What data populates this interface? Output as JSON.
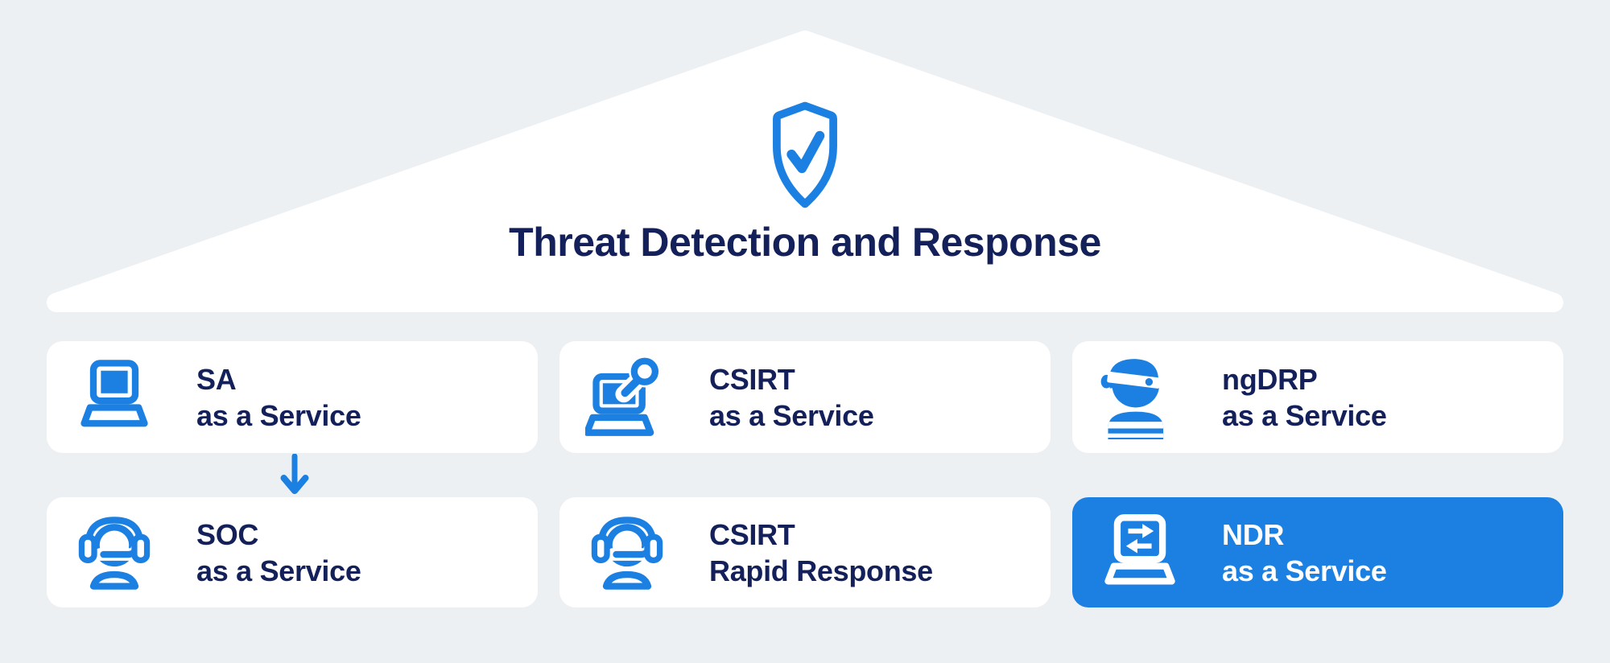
{
  "page": {
    "background_color": "#ecf0f3",
    "accent_color": "#1b80e2",
    "navy_color": "#132059",
    "card_color": "#ffffff"
  },
  "header": {
    "title": "Threat Detection and Response",
    "icon": "shield-check-icon"
  },
  "cards": [
    {
      "id": "sa",
      "title": "SA",
      "subtitle": "as a Service",
      "icon": "laptop-icon",
      "highlighted": false
    },
    {
      "id": "csirt",
      "title": "CSIRT",
      "subtitle": "as a Service",
      "icon": "laptop-search-icon",
      "highlighted": false
    },
    {
      "id": "ngdrp",
      "title": "ngDRP",
      "subtitle": "as a Service",
      "icon": "burglar-icon",
      "highlighted": false
    },
    {
      "id": "soc",
      "title": "SOC",
      "subtitle": "as a Service",
      "icon": "support-headset-icon",
      "highlighted": false
    },
    {
      "id": "csirt-rr",
      "title": "CSIRT",
      "subtitle": "Rapid Response",
      "icon": "support-headset-icon",
      "highlighted": false
    },
    {
      "id": "ndr",
      "title": "NDR",
      "subtitle": "as a Service",
      "icon": "laptop-transfer-icon",
      "highlighted": true
    }
  ],
  "connector": {
    "from": "sa",
    "to": "soc",
    "icon": "arrow-down-icon"
  }
}
